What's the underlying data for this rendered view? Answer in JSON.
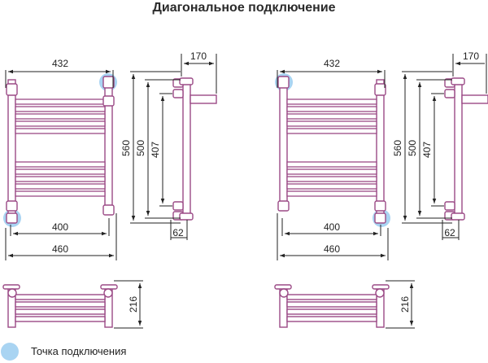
{
  "title": "Диагональное подключение",
  "legend": {
    "label": "Точка подключения"
  },
  "colors": {
    "pipe": "#9b4a86",
    "pipe_fill": "#ffffff",
    "dimension": "#222222",
    "connection_point": "#a9d4f2"
  },
  "dimensions": {
    "top_width": "432",
    "mid_width": "400",
    "bottom_width": "460",
    "height_total": "560",
    "height_mid": "500",
    "height_inner": "407",
    "depth": "170",
    "wall_offset": "62",
    "top_view_height": "216"
  }
}
